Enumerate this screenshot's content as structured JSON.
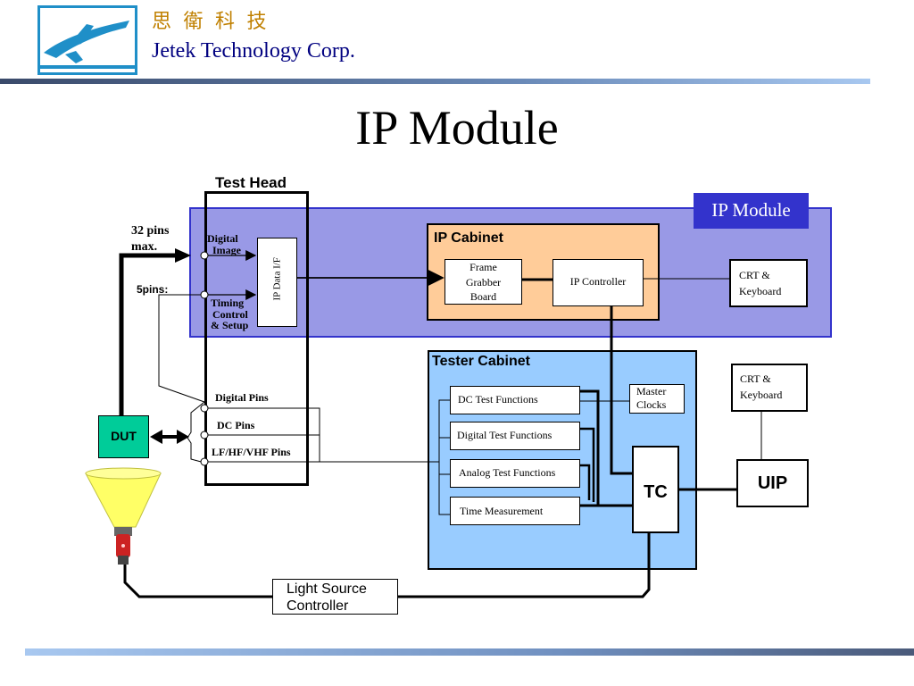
{
  "header": {
    "company_cn": "思 衛 科 技",
    "company_en": "Jetek Technology Corp."
  },
  "slide": {
    "title": "IP Module"
  },
  "diagram": {
    "test_head": "Test Head",
    "ip_module_region": "IP Module",
    "pins_32": "32 pins",
    "pins_32_max": "max.",
    "pins_5": "5pins:",
    "digital_image_1": "Digital",
    "digital_image_2": "Image",
    "timing_1": "Timing",
    "timing_2": "Control",
    "timing_3": "& Setup",
    "ip_data_if": "IP Data I/F",
    "ip_cabinet": "IP Cabinet",
    "frame_grabber_1": "Frame",
    "frame_grabber_2": "Grabber",
    "frame_grabber_3": "Board",
    "ip_controller": "IP Controller",
    "crt_top_1": "CRT &",
    "crt_top_2": "Keyboard",
    "tester_cabinet": "Tester Cabinet",
    "dc_test": "DC Test Functions",
    "digital_test": "Digital Test Functions",
    "analog_test": "Analog Test Functions",
    "time_meas": "Time Measurement",
    "master_clocks_1": "Master",
    "master_clocks_2": "Clocks",
    "crt_bottom_1": "CRT &",
    "crt_bottom_2": "Keyboard",
    "uip": "UIP",
    "tc": "TC",
    "dut": "DUT",
    "digital_pins": "Digital Pins",
    "dc_pins": "DC Pins",
    "lf_pins": "LF/HF/VHF Pins",
    "light_source_1": "Light Source",
    "light_source_2": "Controller"
  },
  "colors": {
    "ip_module_fill": "#9999e6",
    "ip_module_label_fill": "#3333cc",
    "ip_cabinet_fill": "#ffcc99",
    "tester_cabinet_fill": "#99ccff",
    "dut_fill": "#00cc99",
    "header_bar": "#3a4a6a",
    "logo_blue": "#1f8fc8"
  }
}
